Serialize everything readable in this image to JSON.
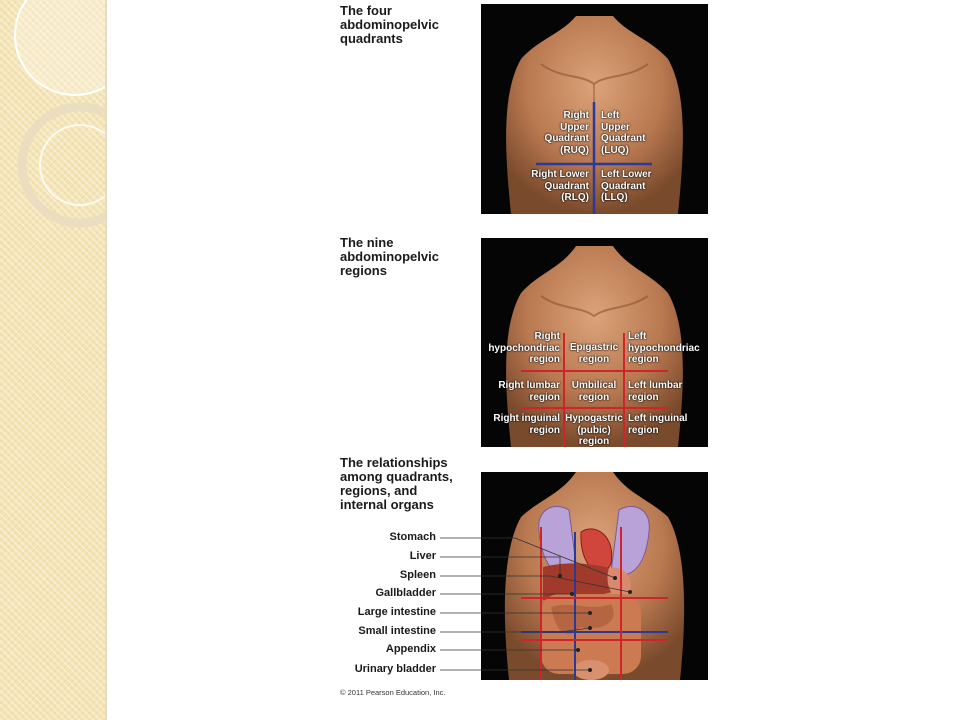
{
  "sections": [
    {
      "caption": "The four\nabdominopelvic\nquadrants",
      "labels": [
        {
          "text": "Right\nUpper\nQuadrant\n(RUQ)"
        },
        {
          "text": "Left\nUpper\nQuadrant\n(LUQ)"
        },
        {
          "text": "Right Lower\nQuadrant\n(RLQ)"
        },
        {
          "text": "Left Lower\nQuadrant\n(LLQ)"
        }
      ]
    },
    {
      "caption": "The nine\nabdominopelvic\nregions",
      "labels": [
        {
          "text": "Right\nhypochondriac\nregion"
        },
        {
          "text": "Epigastric\nregion"
        },
        {
          "text": "Left\nhypochondriac\nregion"
        },
        {
          "text": "Right lumbar\nregion"
        },
        {
          "text": "Umbilical\nregion"
        },
        {
          "text": "Left lumbar\nregion"
        },
        {
          "text": "Right inguinal\nregion"
        },
        {
          "text": "Hypogastric\n(pubic)\nregion"
        },
        {
          "text": "Left inguinal\nregion"
        }
      ]
    },
    {
      "caption": "The relationships\namong quadrants,\nregions, and\ninternal organs",
      "organs": [
        "Stomach",
        "Liver",
        "Spleen",
        "Gallbladder",
        "Large intestine",
        "Small intestine",
        "Appendix",
        "Urinary bladder"
      ]
    }
  ],
  "copyright": "© 2011 Pearson Education, Inc.",
  "colors": {
    "sidebar": "#f4e4b4",
    "skin": "#c98a5c",
    "quadrant_line": "#2a3a9a",
    "region_line": "#d0242a"
  }
}
